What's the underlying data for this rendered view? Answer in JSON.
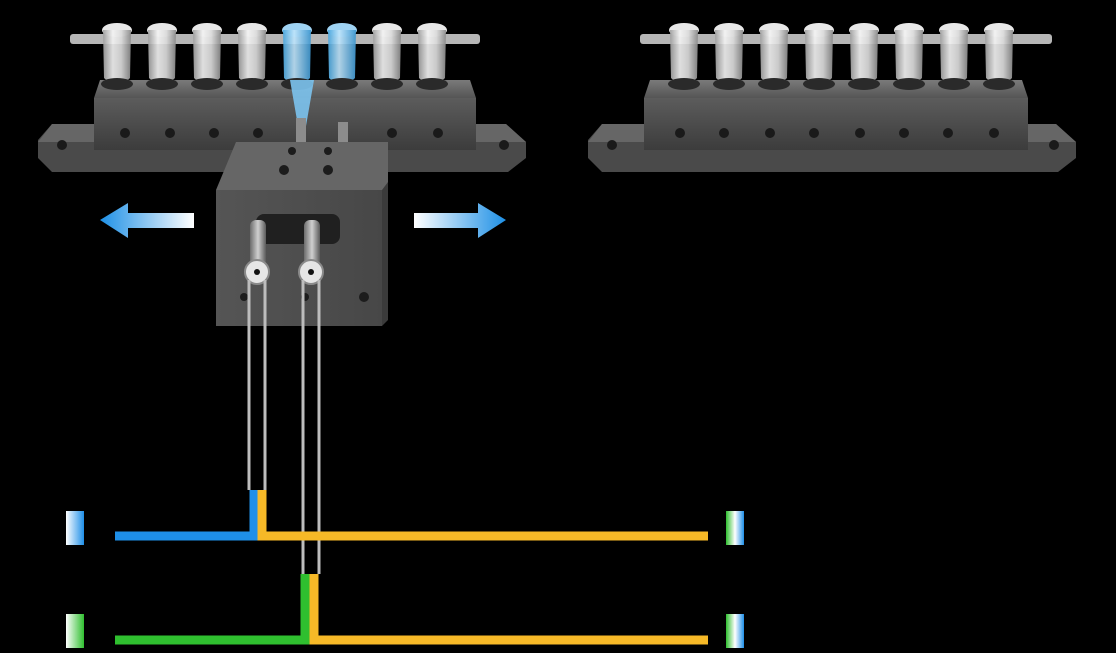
{
  "diagram": {
    "background": "#000000",
    "colors": {
      "block_dark": "#3f3f3f",
      "block_mid": "#5a5a5a",
      "block_light": "#6e6e6e",
      "tube_glass": "#d9d9d9",
      "tube_blue": "#7cc3ee",
      "arrow_blue": "#1e90e6",
      "line_blue": "#1e8fe8",
      "line_green": "#2fbf2f",
      "line_orange": "#f6b927",
      "capillary": "#bfbfbf"
    },
    "left_rack": {
      "tube_count": 8,
      "highlighted_tubes": [
        5,
        6
      ]
    },
    "right_rack": {
      "tube_count": 8
    },
    "arrows": [
      "left",
      "right"
    ],
    "flow_lines": [
      {
        "name": "upper",
        "inlet_color": "blue",
        "outlet_color": "orange"
      },
      {
        "name": "lower",
        "inlet_color": "green",
        "outlet_color": "orange"
      }
    ]
  }
}
